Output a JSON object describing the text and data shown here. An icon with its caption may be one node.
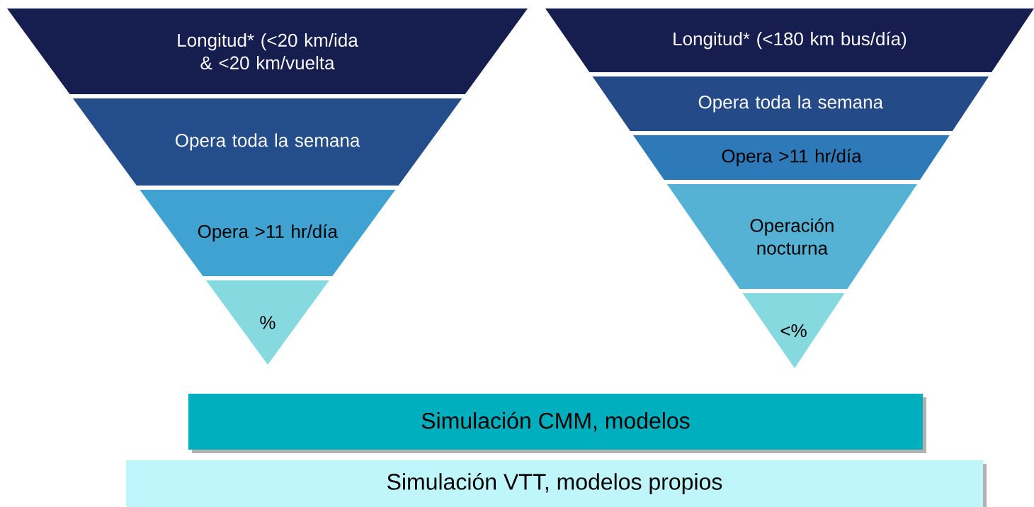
{
  "diagram": {
    "nodes": [
      {
        "text": [
          "Longitud* (<20 km/ida & <20 km/vuelta"
        ]
      },
      {
        "text": [
          "Opera toda la semana"
        ]
      },
      {
        "text": [
          "Opera >11 hr/día"
        ]
      },
      {
        "text": [
          "%"
        ]
      },
      {
        "text": [
          "Longitud* (<180 km bus/día)"
        ]
      },
      {
        "text": [
          "Opera toda la semana"
        ]
      },
      {
        "text": [
          "Opera >11 hr/día"
        ]
      },
      {
        "text": [
          "Operación nocturna"
        ]
      },
      {
        "text": [
          "<%"
        ]
      },
      {
        "text": [
          "Simulación CMM, modelos"
        ]
      },
      {
        "text": [
          "Simulación VTT, modelos propios"
        ]
      }
    ]
  }
}
